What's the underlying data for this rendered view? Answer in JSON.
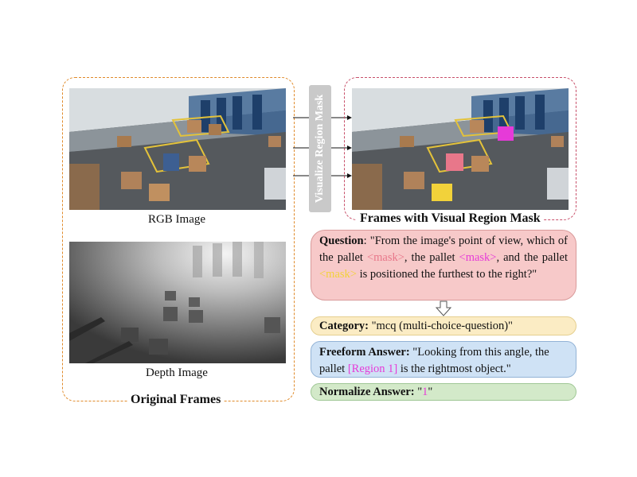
{
  "original_frames": {
    "title": "Original Frames",
    "rgb_caption": "RGB Image",
    "depth_caption": "Depth Image"
  },
  "visualize_label": "Visualize Region Mask",
  "masked_frames": {
    "title": "Frames with Visual Region Mask"
  },
  "question": {
    "label": "Question",
    "text_1": ": \"From the image's point of view, which of the pallet ",
    "mask_1": "<mask>",
    "text_2": ", the pallet ",
    "mask_2": "<mask>",
    "text_3": ", and the pallet ",
    "mask_3": "<mask>",
    "text_4": " is positioned the furthest to the right?\""
  },
  "category": {
    "label": "Category:",
    "value": " \"mcq (multi-choice-question)\""
  },
  "freeform_answer": {
    "label": "Freeform Answer:",
    "text_1": " \"Looking from this angle, the pallet ",
    "region": "[Region 1]",
    "text_2": " is the rightmost object.\""
  },
  "normalize_answer": {
    "label": "Normalize Answer:",
    "quote_open": " \"",
    "value": "1",
    "quote_close": "\""
  },
  "colors": {
    "orange_dash": "#e08a2a",
    "pink_dash": "#c8506a",
    "mask_red": "#e8778a",
    "mask_magenta": "#e63ad8",
    "mask_yellow": "#f2d23a",
    "question_bg": "#f7c9c9",
    "category_bg": "#fbecc4",
    "answer_bg": "#cfe2f5",
    "normalize_bg": "#d3e9c9"
  }
}
